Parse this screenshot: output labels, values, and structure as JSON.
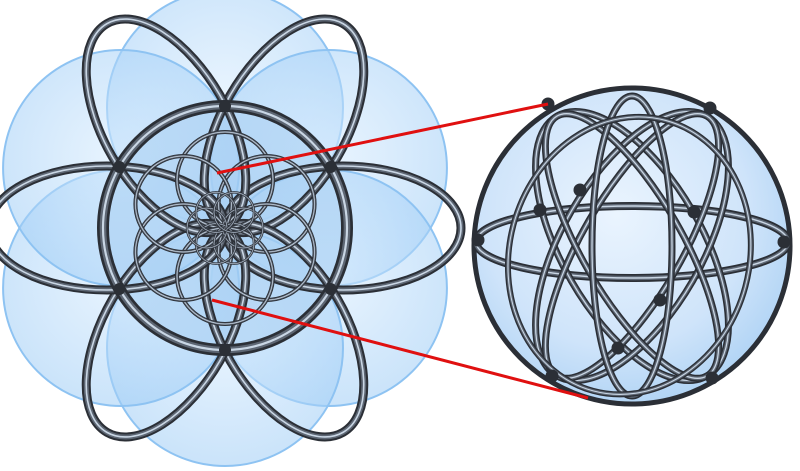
{
  "colors": {
    "background": "#ffffff",
    "bubble_fill": "#b9dbfb",
    "bubble_edge": "#8ec3f2",
    "ring_dark": "#2b2f36",
    "ring_mid": "#5d6673",
    "ring_light": "#c9d6e4",
    "connector": "#e01010",
    "sphere_fill": "#cfe5fb",
    "sphere_inner": "#a9cff3"
  },
  "left_figure": {
    "petals": 6,
    "ring_count": 6
  },
  "right_figure": {
    "ellipse_count": 6
  },
  "connectors": 2
}
